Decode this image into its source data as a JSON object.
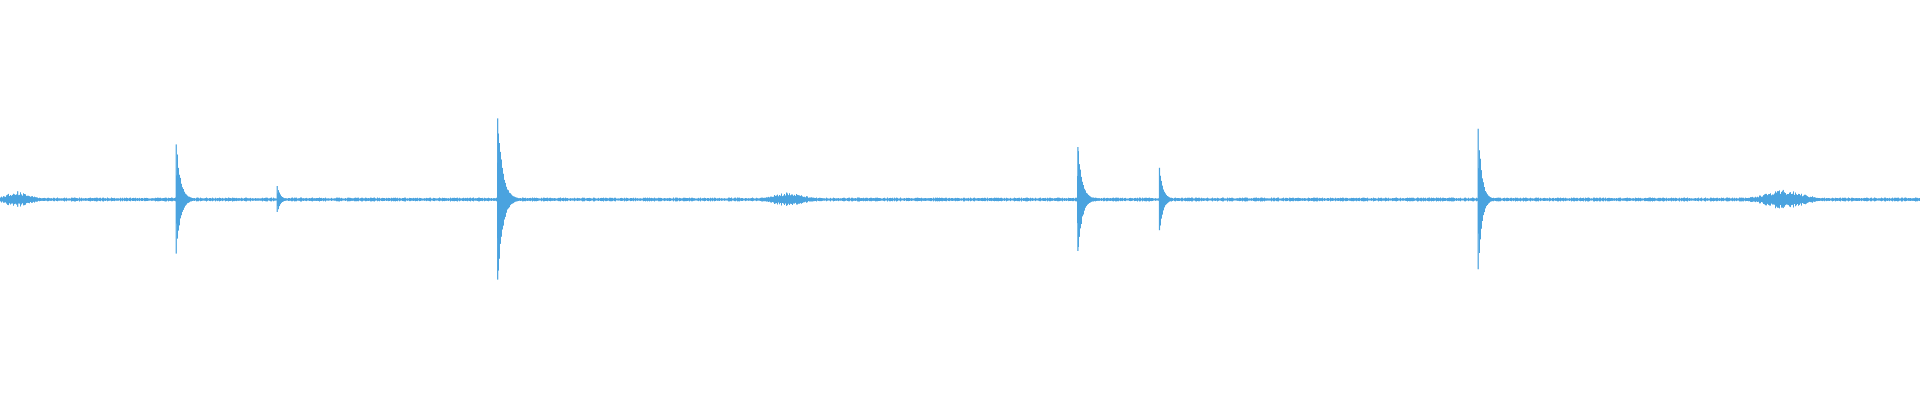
{
  "waveform": {
    "color": "#4aa3df",
    "noise_level": 0.012,
    "transients": [
      {
        "t": 0.0092,
        "amp": 0.06,
        "decay": 0.006,
        "kind": "burst"
      },
      {
        "t": 0.0918,
        "amp": 0.42,
        "decay": 0.006,
        "kind": "spike"
      },
      {
        "t": 0.1444,
        "amp": 0.1,
        "decay": 0.004,
        "kind": "spike"
      },
      {
        "t": 0.2592,
        "amp": 0.62,
        "decay": 0.007,
        "kind": "spike"
      },
      {
        "t": 0.4097,
        "amp": 0.05,
        "decay": 0.008,
        "kind": "burst"
      },
      {
        "t": 0.5614,
        "amp": 0.4,
        "decay": 0.006,
        "kind": "spike"
      },
      {
        "t": 0.6039,
        "amp": 0.24,
        "decay": 0.005,
        "kind": "spike"
      },
      {
        "t": 0.7699,
        "amp": 0.54,
        "decay": 0.005,
        "kind": "spike"
      },
      {
        "t": 0.9288,
        "amp": 0.07,
        "decay": 0.01,
        "kind": "burst"
      }
    ]
  }
}
